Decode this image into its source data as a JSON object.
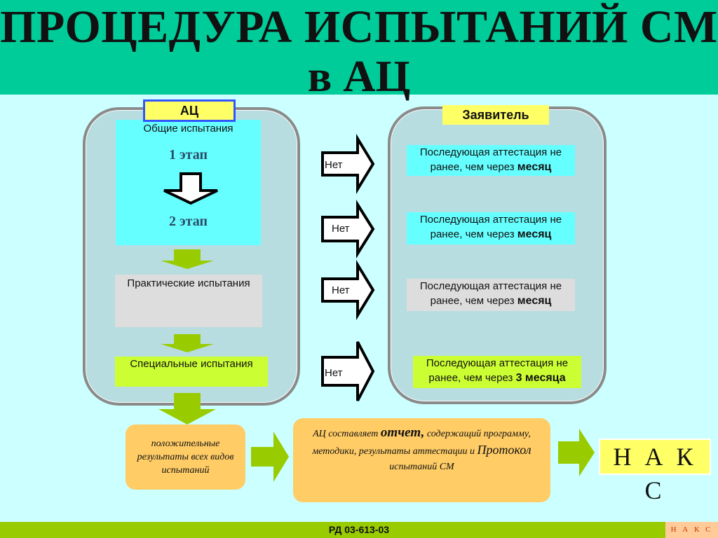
{
  "title": {
    "line1": "ПРОЦЕДУРА ИСПЫТАНИЙ СМ",
    "line2": "в АЦ"
  },
  "left_panel": {
    "tag": "АЦ",
    "general": {
      "label": "Общие испытания",
      "stage1": "1 этап",
      "stage2": "2 этап"
    },
    "practical": "Практические испытания",
    "special": "Специальные испытания"
  },
  "right_panel": {
    "tag": "Заявитель",
    "notes": [
      {
        "text": "Последующая аттестация не ранее, чем через ",
        "emph": "месяц"
      },
      {
        "text": "Последующая аттестация не ранее, чем через ",
        "emph": "месяц"
      },
      {
        "text": "Последующая аттестация не ранее, чем через ",
        "emph": "месяц"
      },
      {
        "text": "Последующая аттестация не ранее, чем через ",
        "emph": "3 месяца"
      }
    ]
  },
  "arrows": {
    "net": [
      "Нет",
      "Нет",
      "Нет",
      "Нет"
    ]
  },
  "bottom": {
    "positive": "положительные результаты всех видов испытаний",
    "report": {
      "part1": "АЦ составляет ",
      "emph1": "отчет,",
      "part2": " содержащий программу, методики, результаты аттестации и ",
      "emph2": "Протокол",
      "part3": " испытаний СМ"
    },
    "naks": "Н А К С"
  },
  "footer": {
    "code": "РД 03-613-03",
    "logo": "Н А К С"
  },
  "colors": {
    "header": "#00cc99",
    "background": "#ccffff",
    "panel": "#b8dde0",
    "cyan_box": "#66ffff",
    "lime_box": "#ccff33",
    "orange_box": "#ffcc66",
    "tag_yellow": "#ffff66",
    "arrow_green": "#99cc00"
  }
}
